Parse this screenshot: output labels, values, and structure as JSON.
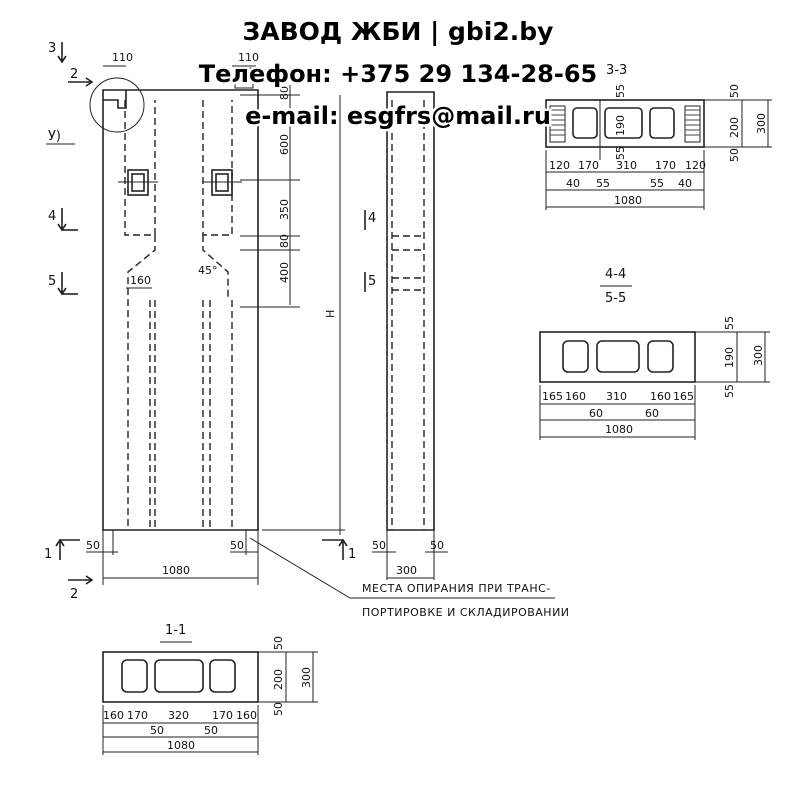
{
  "watermark": {
    "line1": "ЗАВОД ЖБИ | gbi2.by",
    "line2": "Телефон: +375 29 134-28-65",
    "line3": "e-mail: esgfrs@mail.ru"
  },
  "elevation": {
    "dims": {
      "top_left": "110",
      "top_mid": "110",
      "d80a": "80",
      "d600": "600",
      "d350": "350",
      "d80b": "80",
      "d400": "400",
      "height": "H",
      "d160": "160",
      "angle": "45°",
      "base_left": "50",
      "base_right": "50",
      "width": "1080"
    },
    "marks": {
      "m3": "3",
      "m2_top": "2",
      "m4": "4",
      "m5": "5",
      "m1_left": "1",
      "m2_bottom": "2",
      "m1_right": "1",
      "m4_side": "4",
      "m5_side": "5",
      "m2_side_top": "2",
      "node": "У)"
    }
  },
  "side_view": {
    "dims": {
      "left": "50",
      "right": "50",
      "width": "300"
    }
  },
  "note": {
    "line1": "МЕСТА ОПИРАНИЯ ПРИ ТРАНС-",
    "line2": "ПОРТИРОВКЕ И СКЛАДИРОВАНИИ"
  },
  "section_3_3": {
    "title": "3-3",
    "dims_bottom": [
      "120",
      "170",
      "310",
      "170",
      "120"
    ],
    "dims_mid": [
      "40",
      "55",
      "55",
      "40"
    ],
    "dims_total": "1080",
    "dims_inner": [
      "55",
      "190",
      "55"
    ],
    "dims_right": [
      "50",
      "200",
      "50"
    ],
    "dims_height": "300"
  },
  "section_4_4": {
    "title1": "4-4",
    "title2": "5-5",
    "dims_bottom": [
      "165",
      "160",
      "310",
      "160",
      "165"
    ],
    "dims_mid": [
      "60",
      "60"
    ],
    "dims_total": "1080",
    "dims_right": [
      "55",
      "190",
      "55"
    ],
    "dims_height": "300"
  },
  "section_1_1": {
    "title": "1-1",
    "dims_bottom": [
      "160",
      "170",
      "320",
      "170",
      "160"
    ],
    "dims_mid": [
      "50",
      "50"
    ],
    "dims_total": "1080",
    "dims_right": [
      "50",
      "200",
      "50"
    ],
    "dims_height": "300"
  }
}
